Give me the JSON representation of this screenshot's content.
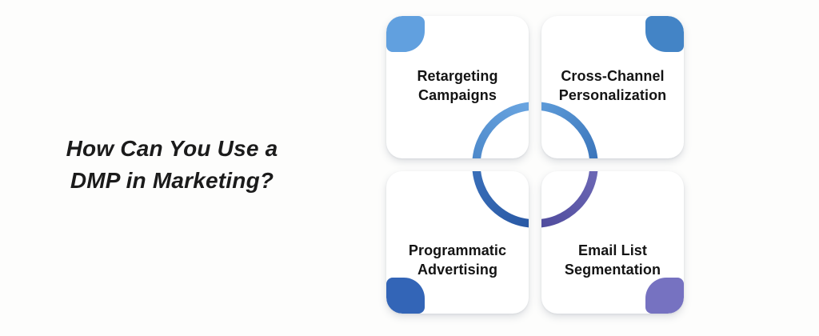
{
  "title": {
    "line1": "How Can You Use a",
    "line2": "DMP in Marketing?"
  },
  "cards": [
    {
      "name": "Retargeting Campaigns",
      "label_line1": "Retargeting",
      "label_line2": "Campaigns",
      "accent_color": "#61A0DF",
      "arc_start": "#6CA7E2",
      "arc_end": "#4B87C9"
    },
    {
      "name": "Cross-Channel Personalization",
      "label_line1": "Cross-Channel",
      "label_line2": "Personalization",
      "accent_color": "#4384C6",
      "arc_start": "#5F9DDA",
      "arc_end": "#3973B9"
    },
    {
      "name": "Programmatic Advertising",
      "label_line1": "Programmatic",
      "label_line2": "Advertising",
      "accent_color": "#3365B7",
      "arc_start": "#3A70BA",
      "arc_end": "#2857A3"
    },
    {
      "name": "Email List Segmentation",
      "label_line1": "Email List",
      "label_line2": "Segmentation",
      "accent_color": "#7672C1",
      "arc_start": "#6E69B6",
      "arc_end": "#4E4A9C"
    }
  ]
}
